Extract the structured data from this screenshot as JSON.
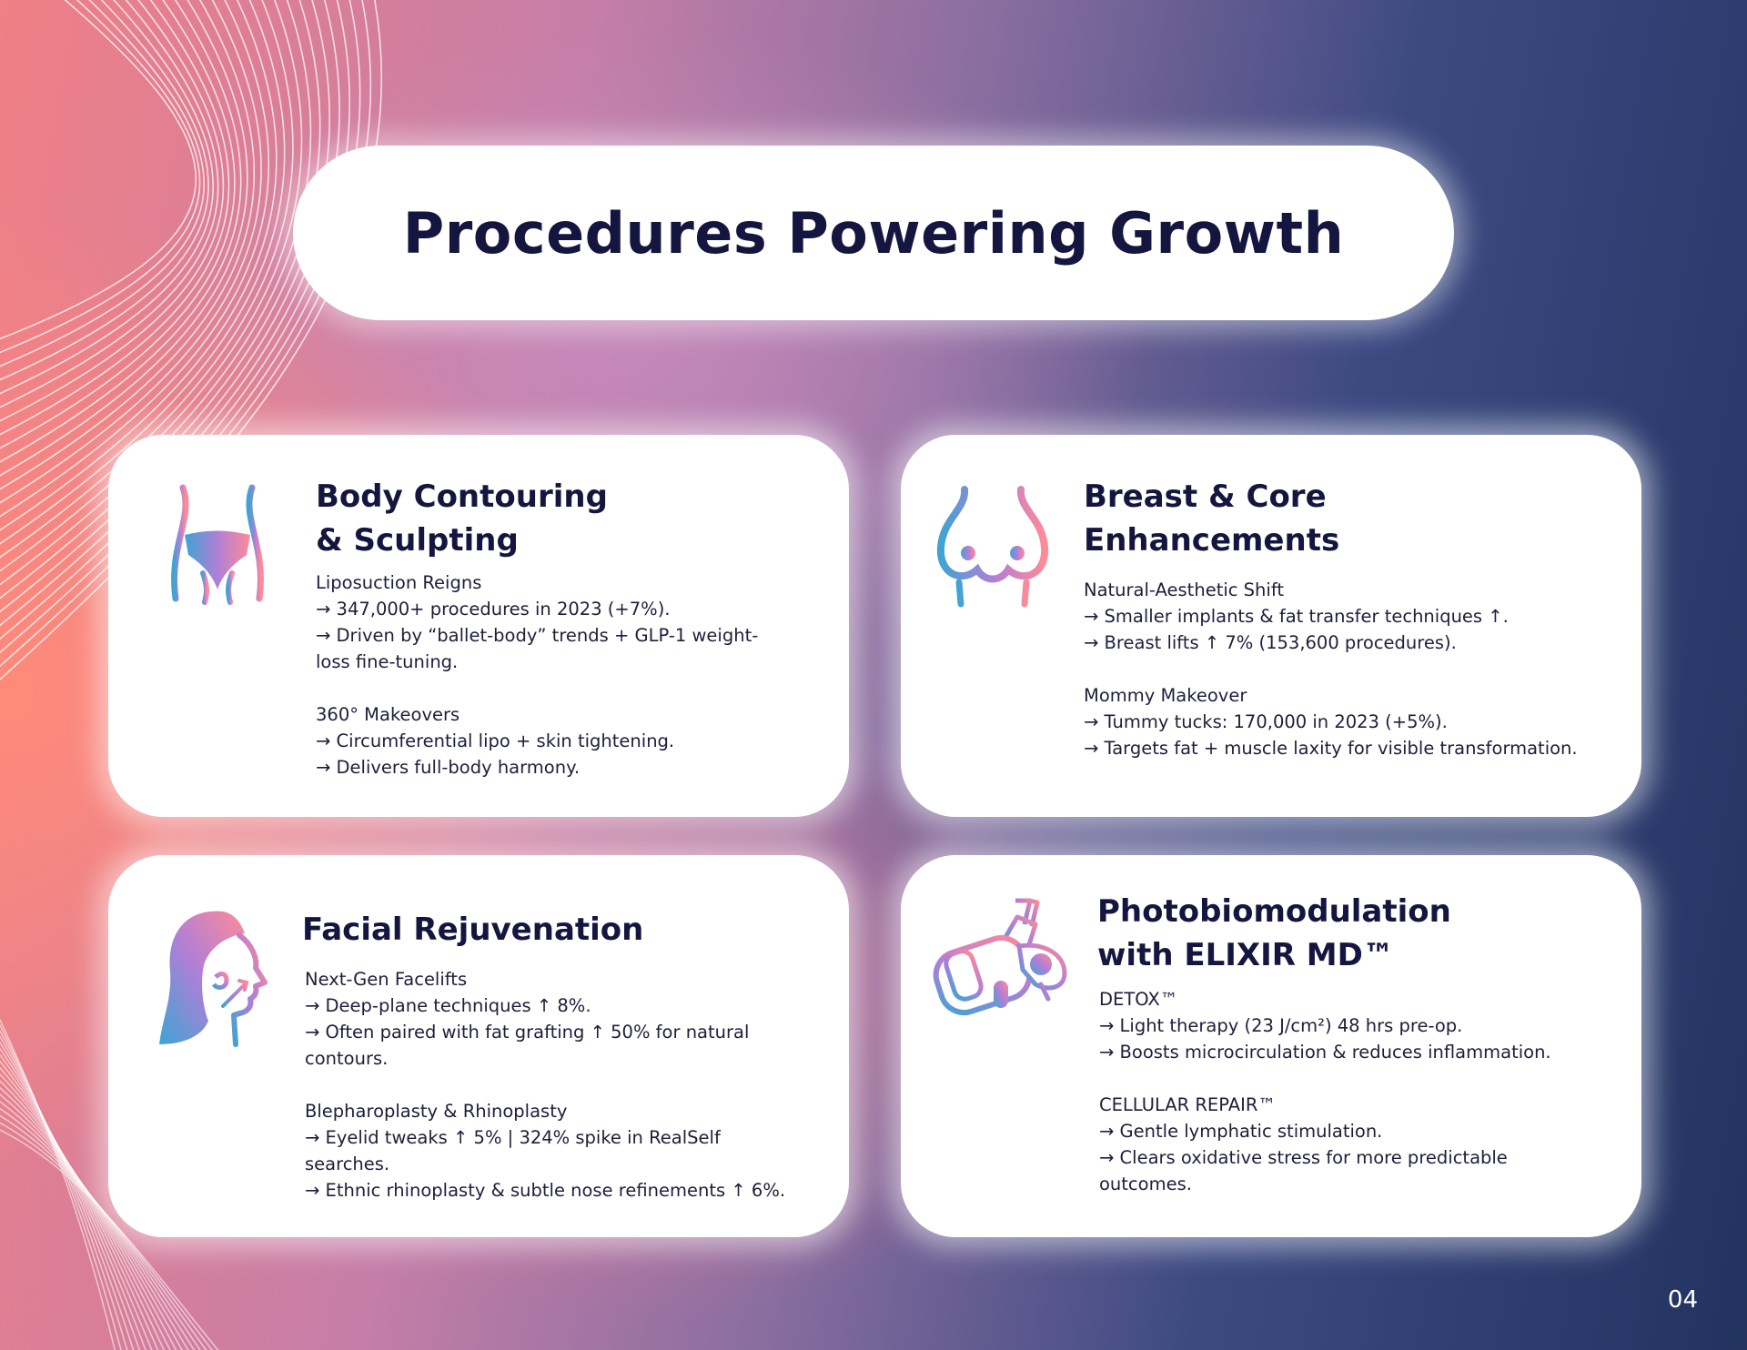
{
  "title": "Procedures Powering Growth",
  "page_number": "04",
  "colors": {
    "title_text": "#14163f",
    "icon_gradient": [
      "#3fa4d4",
      "#b07fd6",
      "#ff8a98"
    ],
    "background": [
      "#f07f86",
      "#8a6ea0",
      "#223360"
    ]
  },
  "cards": [
    {
      "icon": "body-contour-icon",
      "heading_lines": [
        "Body Contouring",
        "& Sculpting"
      ],
      "lines": [
        "Liposuction Reigns",
        "→ 347,000+ procedures in 2023 (+7%).",
        "→ Driven by “ballet-body” trends + GLP-1 weight-",
        "loss fine-tuning.",
        "",
        "360° Makeovers",
        "→ Circumferential lipo + skin tightening.",
        "→ Delivers full-body harmony."
      ]
    },
    {
      "icon": "breast-icon",
      "heading_lines": [
        "Breast & Core",
        "Enhancements"
      ],
      "lines": [
        "Natural-Aesthetic Shift",
        "→ Smaller implants & fat transfer techniques ↑.",
        "→ Breast lifts ↑ 7% (153,600 procedures).",
        "",
        "Mommy Makeover",
        "→ Tummy tucks: 170,000 in 2023 (+5%).",
        "→ Targets fat + muscle laxity for visible transformation."
      ]
    },
    {
      "icon": "face-profile-icon",
      "heading_lines": [
        "Facial Rejuvenation"
      ],
      "lines": [
        "Next-Gen Facelifts",
        "→ Deep-plane techniques ↑ 8%.",
        "→ Often paired with fat grafting ↑ 50% for natural",
        "contours.",
        "",
        "Blepharoplasty & Rhinoplasty",
        "→ Eyelid tweaks ↑ 5% | 324% spike in RealSelf",
        "searches.",
        "→ Ethnic rhinoplasty & subtle nose refinements ↑ 6%."
      ]
    },
    {
      "icon": "light-therapy-device-icon",
      "heading_lines": [
        "Photobiomodulation",
        "with ELIXIR MD™"
      ],
      "lines": [
        "DETOX™",
        "→ Light therapy (23 J/cm²) 48 hrs pre-op.",
        "→ Boosts microcirculation & reduces inflammation.",
        "",
        "CELLULAR REPAIR™",
        "→ Gentle lymphatic stimulation.",
        "→ Clears oxidative stress for more predictable",
        "outcomes."
      ]
    }
  ]
}
